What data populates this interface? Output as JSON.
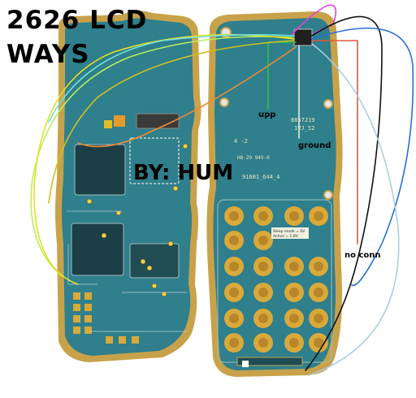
{
  "title": {
    "line1": "2626 LCD",
    "line2": "WAYS"
  },
  "byline": "BY: HUM",
  "labels": {
    "upp": "upp",
    "ground": "ground",
    "no_conn": "no conn"
  },
  "board_markings": {
    "part_no": "8857219",
    "rev": "1VJ_52",
    "code": "91601_644_4",
    "mark_a": "4 -2",
    "mark_b": "H8-29 94V-0",
    "sleep": "Sleep mode = 0V",
    "active": "Active = 1.8V"
  },
  "colors": {
    "background": "#ffffff",
    "pcb": "#2f7f8c",
    "pcb_edge": "#c8a24a",
    "pad": "#d9a93a",
    "wire_magenta": "#e040e0",
    "wire_black": "#111111",
    "wire_blue": "#2a6fd0",
    "wire_red": "#e05a40",
    "wire_green": "#30c040",
    "wire_yellow": "#e6e020",
    "wire_lightblue": "#a9cfe8",
    "wire_orange": "#f08a30"
  }
}
